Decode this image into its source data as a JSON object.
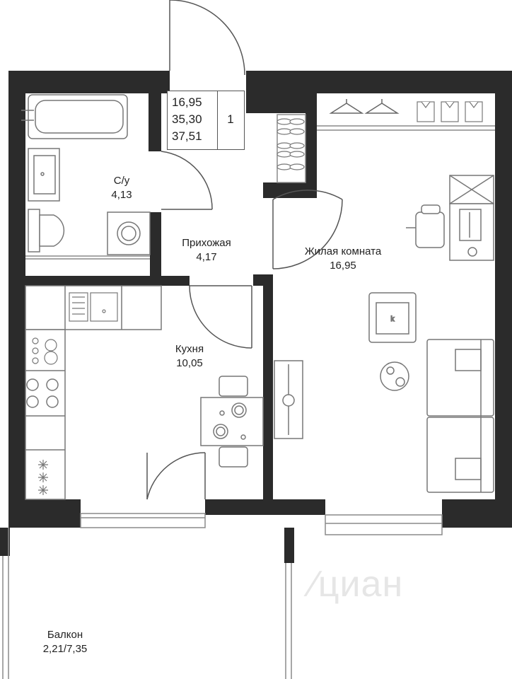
{
  "info": {
    "living_area": "16,95",
    "area_without_balcony": "35,30",
    "total_area": "37,51",
    "rooms_count": "1"
  },
  "rooms": {
    "bathroom": {
      "name": "С/у",
      "area": "4,13"
    },
    "hallway": {
      "name": "Прихожая",
      "area": "4,17"
    },
    "living": {
      "name": "Жилая комната",
      "area": "16,95"
    },
    "kitchen": {
      "name": "Кухня",
      "area": "10,05"
    },
    "balcony": {
      "name": "Балкон",
      "area": "2,21/7,35"
    }
  },
  "watermark": "циан",
  "colors": {
    "wall": "#2b2b2b",
    "line": "#9a9a9a",
    "furniture_fill": "#ececec"
  }
}
